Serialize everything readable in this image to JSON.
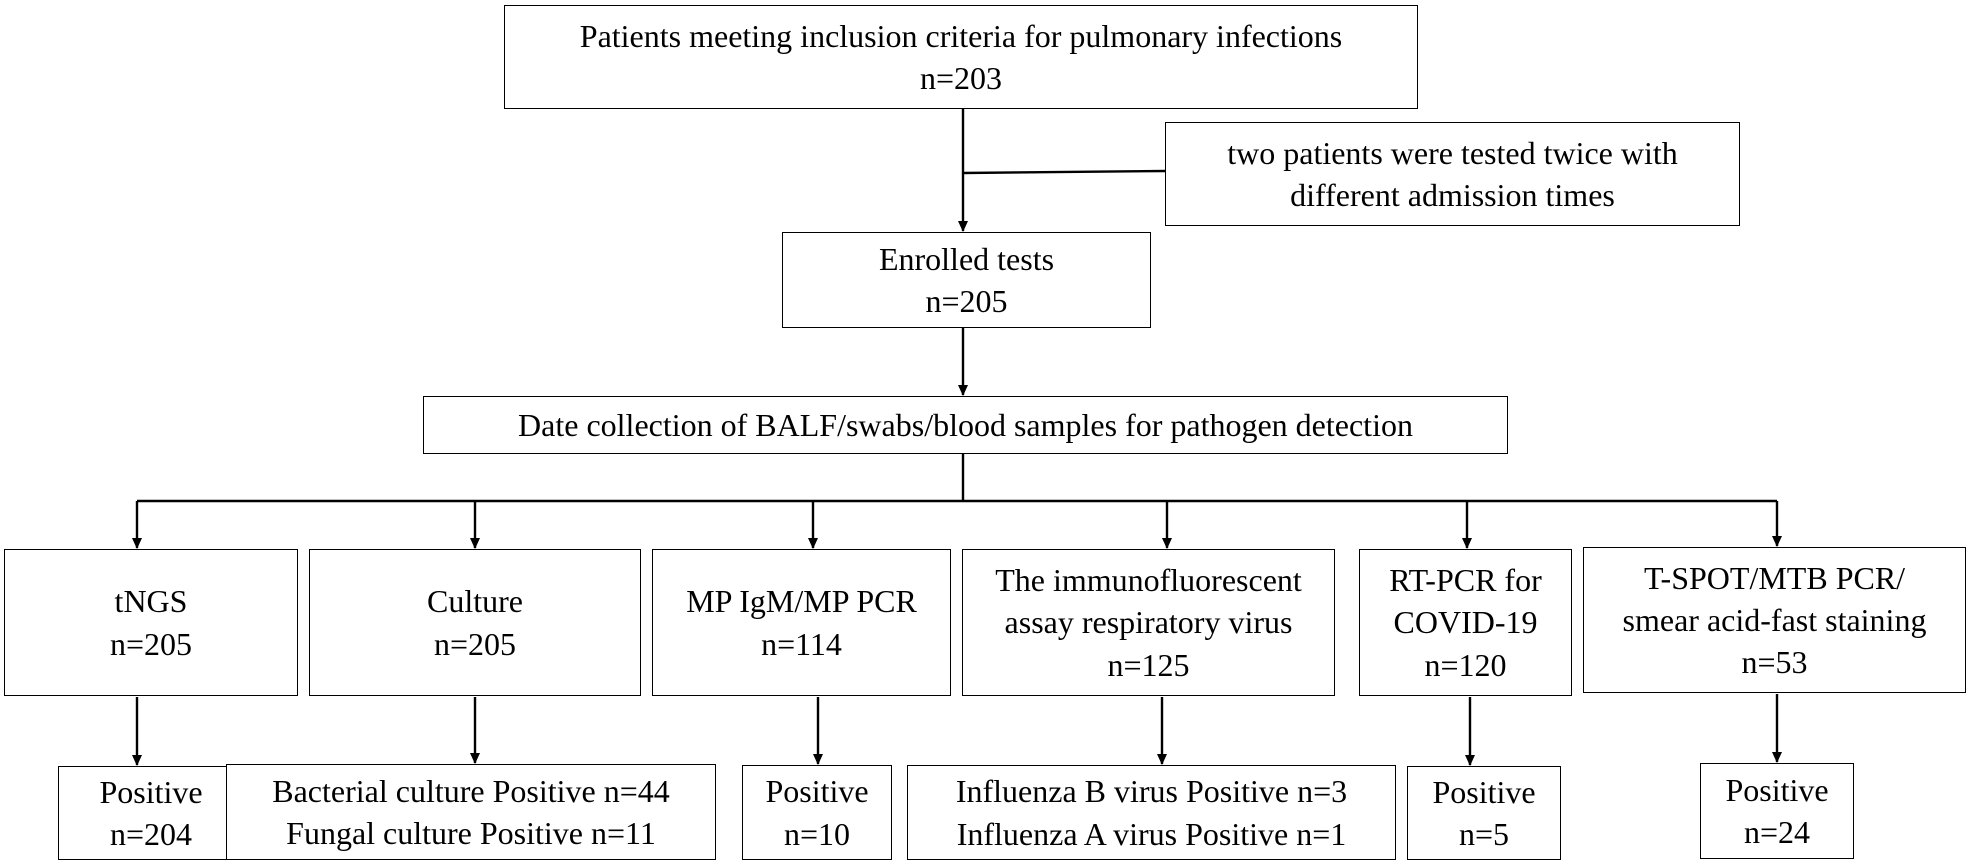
{
  "stroke_color": "#000000",
  "background_color": "#ffffff",
  "boxes": {
    "inclusion": {
      "lines": [
        "Patients meeting inclusion criteria for pulmonary infections",
        "n=203"
      ]
    },
    "exclusion_note": {
      "lines": [
        "two patients were tested twice with",
        "different admission times"
      ]
    },
    "enrolled": {
      "lines": [
        "Enrolled tests",
        "n=205"
      ]
    },
    "collection": {
      "lines": [
        "Date collection of BALF/swabs/blood samples for pathogen detection"
      ]
    },
    "tngs": {
      "lines": [
        "tNGS",
        "n=205"
      ]
    },
    "culture": {
      "lines": [
        "Culture",
        "n=205"
      ]
    },
    "mp": {
      "lines": [
        "MP IgM/MP PCR",
        "n=114"
      ]
    },
    "ifa": {
      "lines": [
        "The immunofluorescent",
        "assay respiratory virus",
        "n=125"
      ]
    },
    "rtpcr": {
      "lines": [
        "RT-PCR for",
        "COVID-19",
        "n=120"
      ]
    },
    "tspot": {
      "lines": [
        "T-SPOT/MTB PCR/",
        "smear acid-fast staining",
        "n=53"
      ]
    },
    "tngs_result": {
      "lines": [
        "Positive",
        "n=204"
      ]
    },
    "culture_result": {
      "lines": [
        "Bacterial culture Positive n=44",
        "Fungal culture Positive n=11"
      ]
    },
    "mp_result": {
      "lines": [
        "Positive",
        "n=10"
      ]
    },
    "ifa_result": {
      "lines": [
        "Influenza B virus Positive n=3",
        "Influenza A virus Positive n=1"
      ]
    },
    "rtpcr_result": {
      "lines": [
        "Positive",
        "n=5"
      ]
    },
    "tspot_result": {
      "lines": [
        "Positive",
        "n=24"
      ]
    }
  }
}
